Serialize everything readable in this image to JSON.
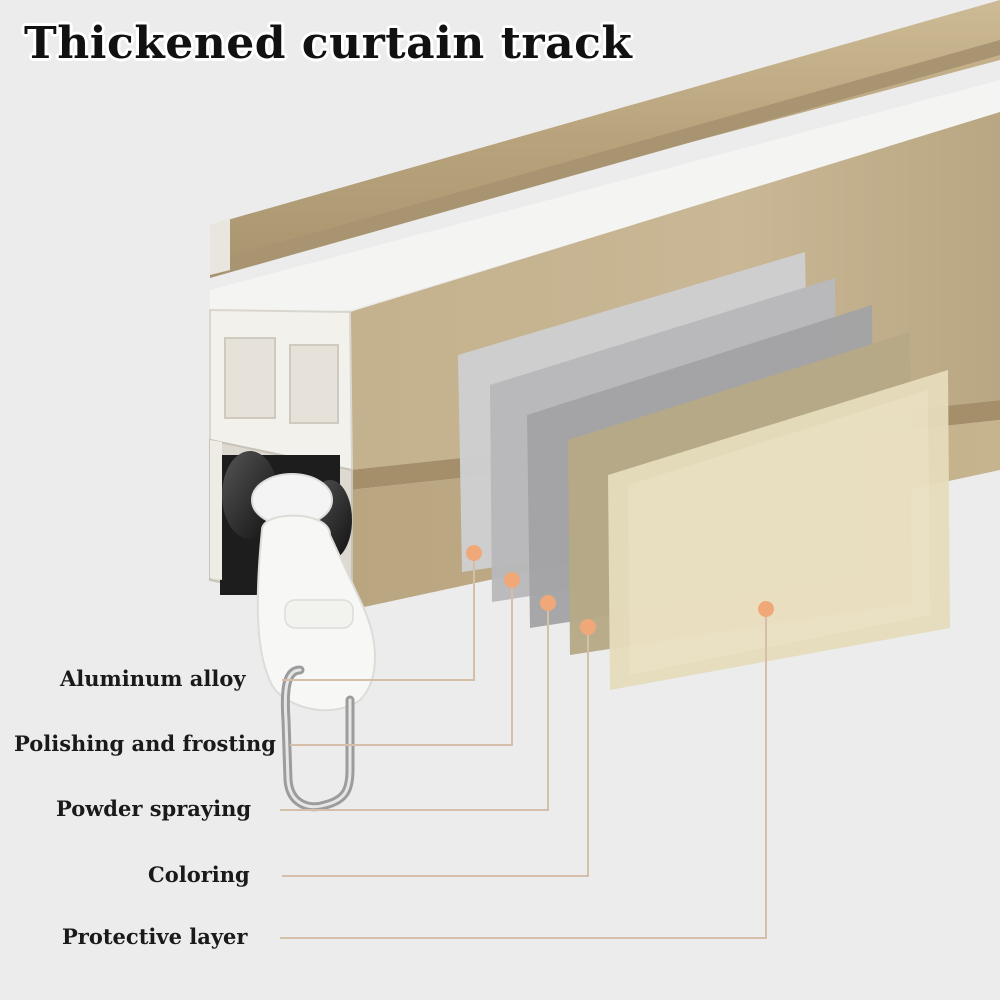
{
  "title": "Thickened curtain track",
  "layers": [
    {
      "label": "Aluminum alloy",
      "color": "#c9c9cb"
    },
    {
      "label": "Polishing and frosting",
      "color": "#b3b3b6"
    },
    {
      "label": "Powder spraying",
      "color": "#a5a5a8"
    },
    {
      "label": "Coloring",
      "color": "#b8ac8a"
    },
    {
      "label": "Protective layer",
      "color": "#e4d9b8"
    }
  ],
  "colors": {
    "background": "#ececec",
    "track_gold": "#bfae8a",
    "track_white": "#f4f4f2",
    "leader_line": "#d6bfa8",
    "marker_dot": "#f0a878"
  },
  "icons": [
    "curtain-track-illustration",
    "glider-hook-icon"
  ]
}
